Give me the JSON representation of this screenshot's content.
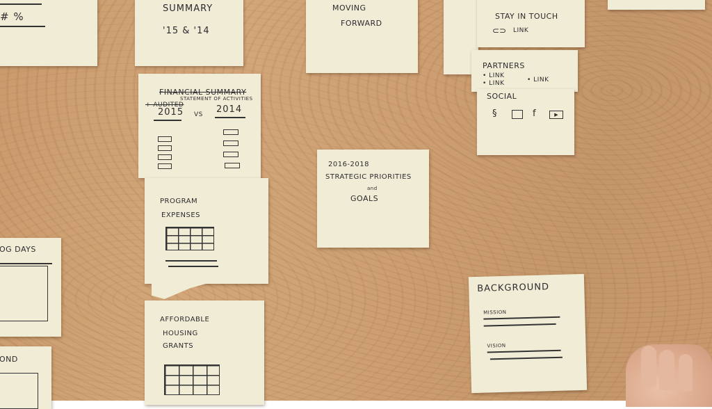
{
  "notes": {
    "top_left_fragment": {
      "text": "# %"
    },
    "summary": {
      "title": "SUMMARY",
      "subtitle": "'15 & '14"
    },
    "moving_forward": {
      "line1": "MOVING",
      "line2": "FORWARD"
    },
    "stay_in_touch": {
      "title": "STAY IN TOUCH",
      "link": "LINK"
    },
    "partners": {
      "title": "PARTNERS",
      "link1": "• LINK",
      "link2": "• LINK",
      "link3": "• LINK"
    },
    "social": {
      "title": "SOCIAL"
    },
    "financial_summary": {
      "title": "FINANCIAL SUMMARY",
      "sub_strike": "+ AUDITED",
      "sub": "STATEMENT OF ACTIVITIES",
      "year1": "2015",
      "vs": "VS",
      "year2": "2014"
    },
    "strategic": {
      "line1": "2016-2018",
      "line2": "STRATEGIC PRIORITIES",
      "line3": "and",
      "line4": "GOALS"
    },
    "program_expenses": {
      "line1": "PROGRAM",
      "line2": "EXPENSES"
    },
    "og_days": {
      "title": "OG DAYS"
    },
    "background": {
      "title": "BACKGROUND",
      "mission": "MISSION",
      "vision": "VISION"
    },
    "affordable_housing": {
      "line1": "AFFORDABLE",
      "line2": "HOUSING",
      "line3": "GRANTS"
    },
    "ond_fragment": {
      "text": "OND"
    }
  },
  "colors": {
    "table": "#cd9f72",
    "paper": "#f1ecd5",
    "ink": "#2b2b30"
  }
}
